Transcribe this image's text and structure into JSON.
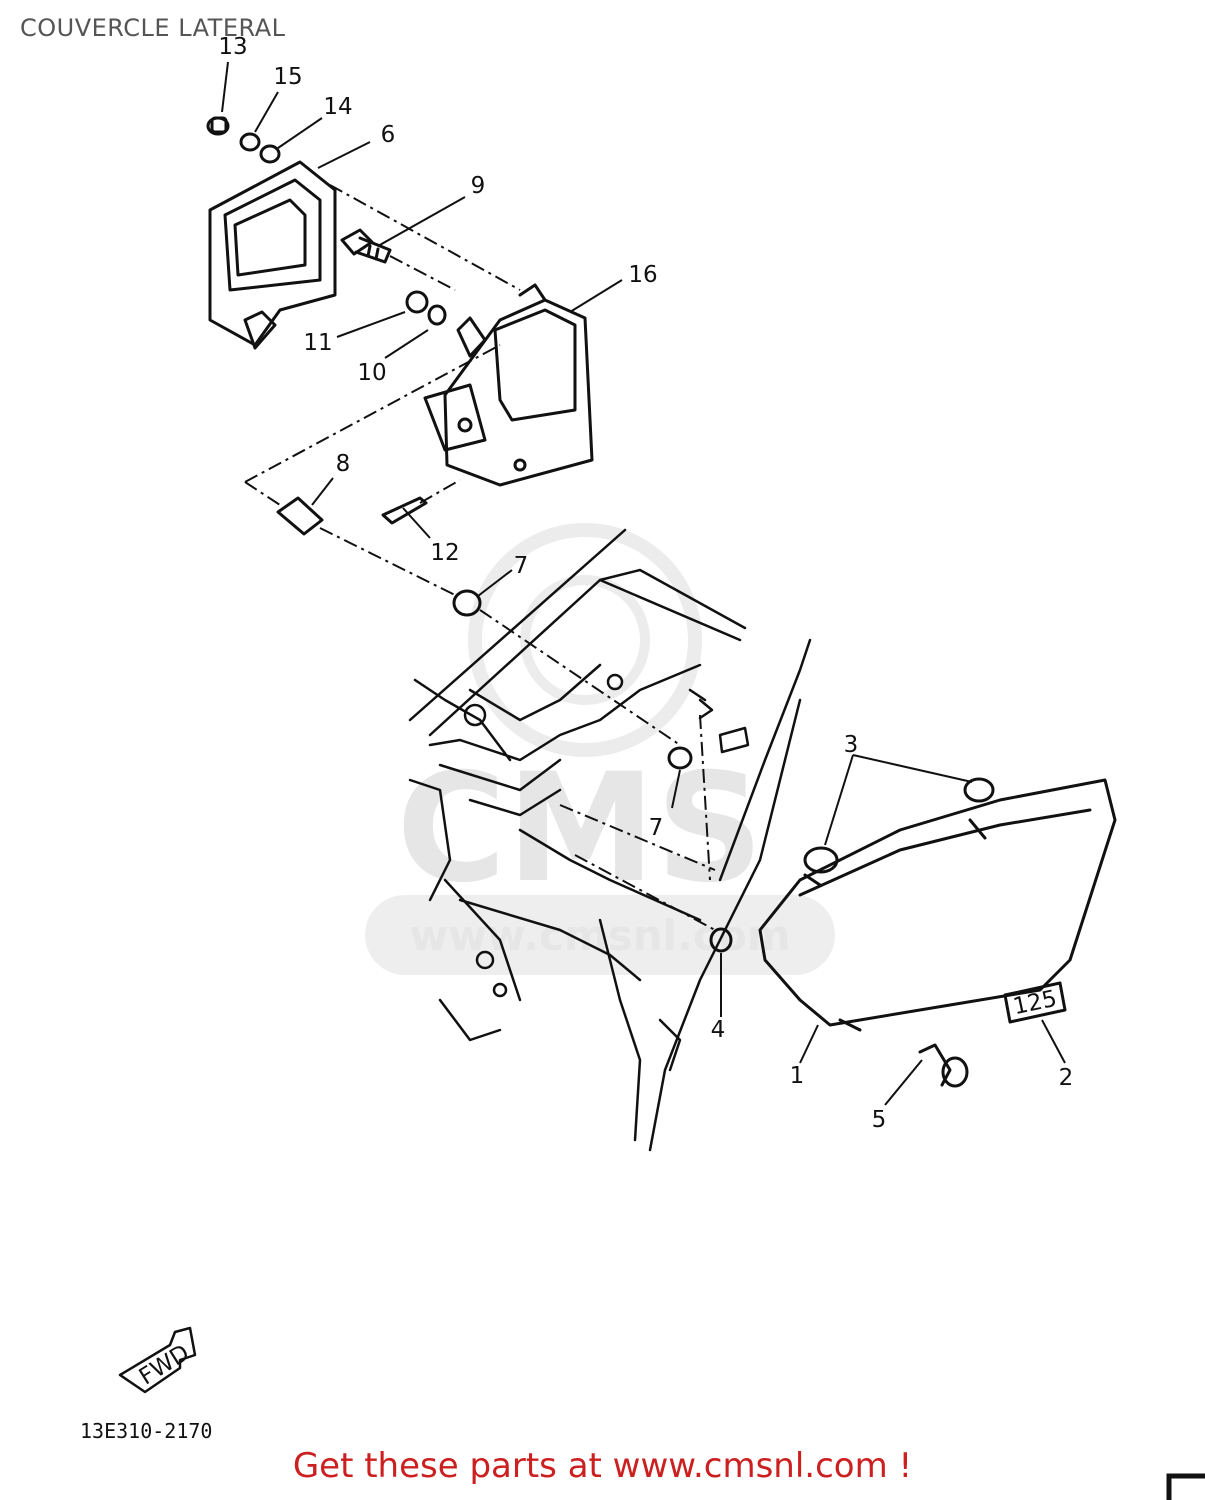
{
  "title": "COUVERCLE LATERAL",
  "diagram": {
    "callouts": [
      "13",
      "15",
      "14",
      "6",
      "9",
      "16",
      "11",
      "10",
      "8",
      "12",
      "7",
      "3",
      "7",
      "4",
      "1",
      "5",
      "2"
    ],
    "emblem_text": "125",
    "fwd_arrow_text": "FWD",
    "part_code": "13E310-2170",
    "watermark": {
      "brand": "CMS",
      "url": "www.cmsnl.com"
    }
  },
  "promo": "Get these parts at www.cmsnl.com !",
  "colors": {
    "ink": "#111111",
    "promo_text": "#cc1f1f",
    "title_text": "#555555",
    "watermark": "#e6e6e6"
  }
}
